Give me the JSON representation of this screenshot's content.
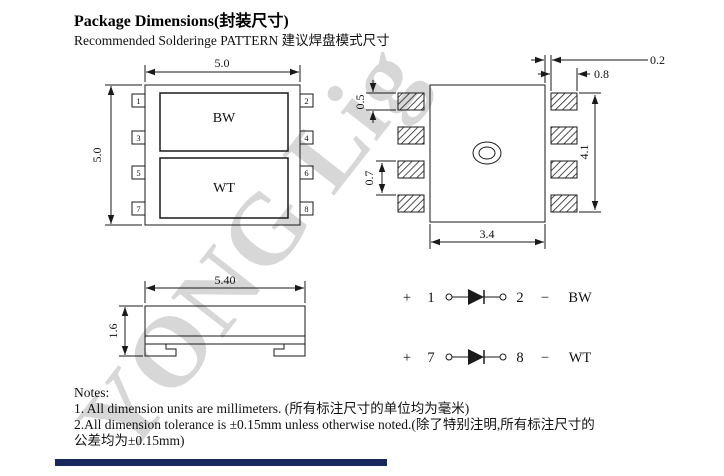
{
  "page": {
    "title": "Package Dimensions(封装尺寸)",
    "subtitle": "Recommended Solderinge PATTERN  建议焊盘模式尺寸",
    "watermark": "YONG Lig"
  },
  "top_view": {
    "dim_width": "5.0",
    "dim_height": "5.0",
    "pin_left": [
      "1",
      "3",
      "5",
      "7"
    ],
    "pin_right": [
      "2",
      "4",
      "6",
      "8"
    ],
    "region_top": "BW",
    "region_bottom": "WT"
  },
  "pattern_view": {
    "dim_pad_height": "0.5",
    "dim_pad_pitch": "0.7",
    "dim_pad_width": "0.8",
    "dim_gap": "0.2",
    "dim_span_width": "3.4",
    "dim_span_height": "4.1"
  },
  "side_view": {
    "dim_width": "5.40",
    "dim_height": "1.6"
  },
  "circuits": [
    {
      "sign_pos": "+",
      "pin_a": "1",
      "pin_b": "2",
      "sign_neg": "−",
      "label": "BW"
    },
    {
      "sign_pos": "+",
      "pin_a": "7",
      "pin_b": "8",
      "sign_neg": "−",
      "label": "WT"
    }
  ],
  "notes": {
    "heading": "Notes:",
    "lines": [
      "1. All dimension units are millimeters. (所有标注尺寸的单位均为毫米)",
      "2.All dimension tolerance is ±0.15mm unless otherwise noted.(除了特别注明,所有标注尺寸的",
      "公差均为±0.15mm)"
    ]
  }
}
